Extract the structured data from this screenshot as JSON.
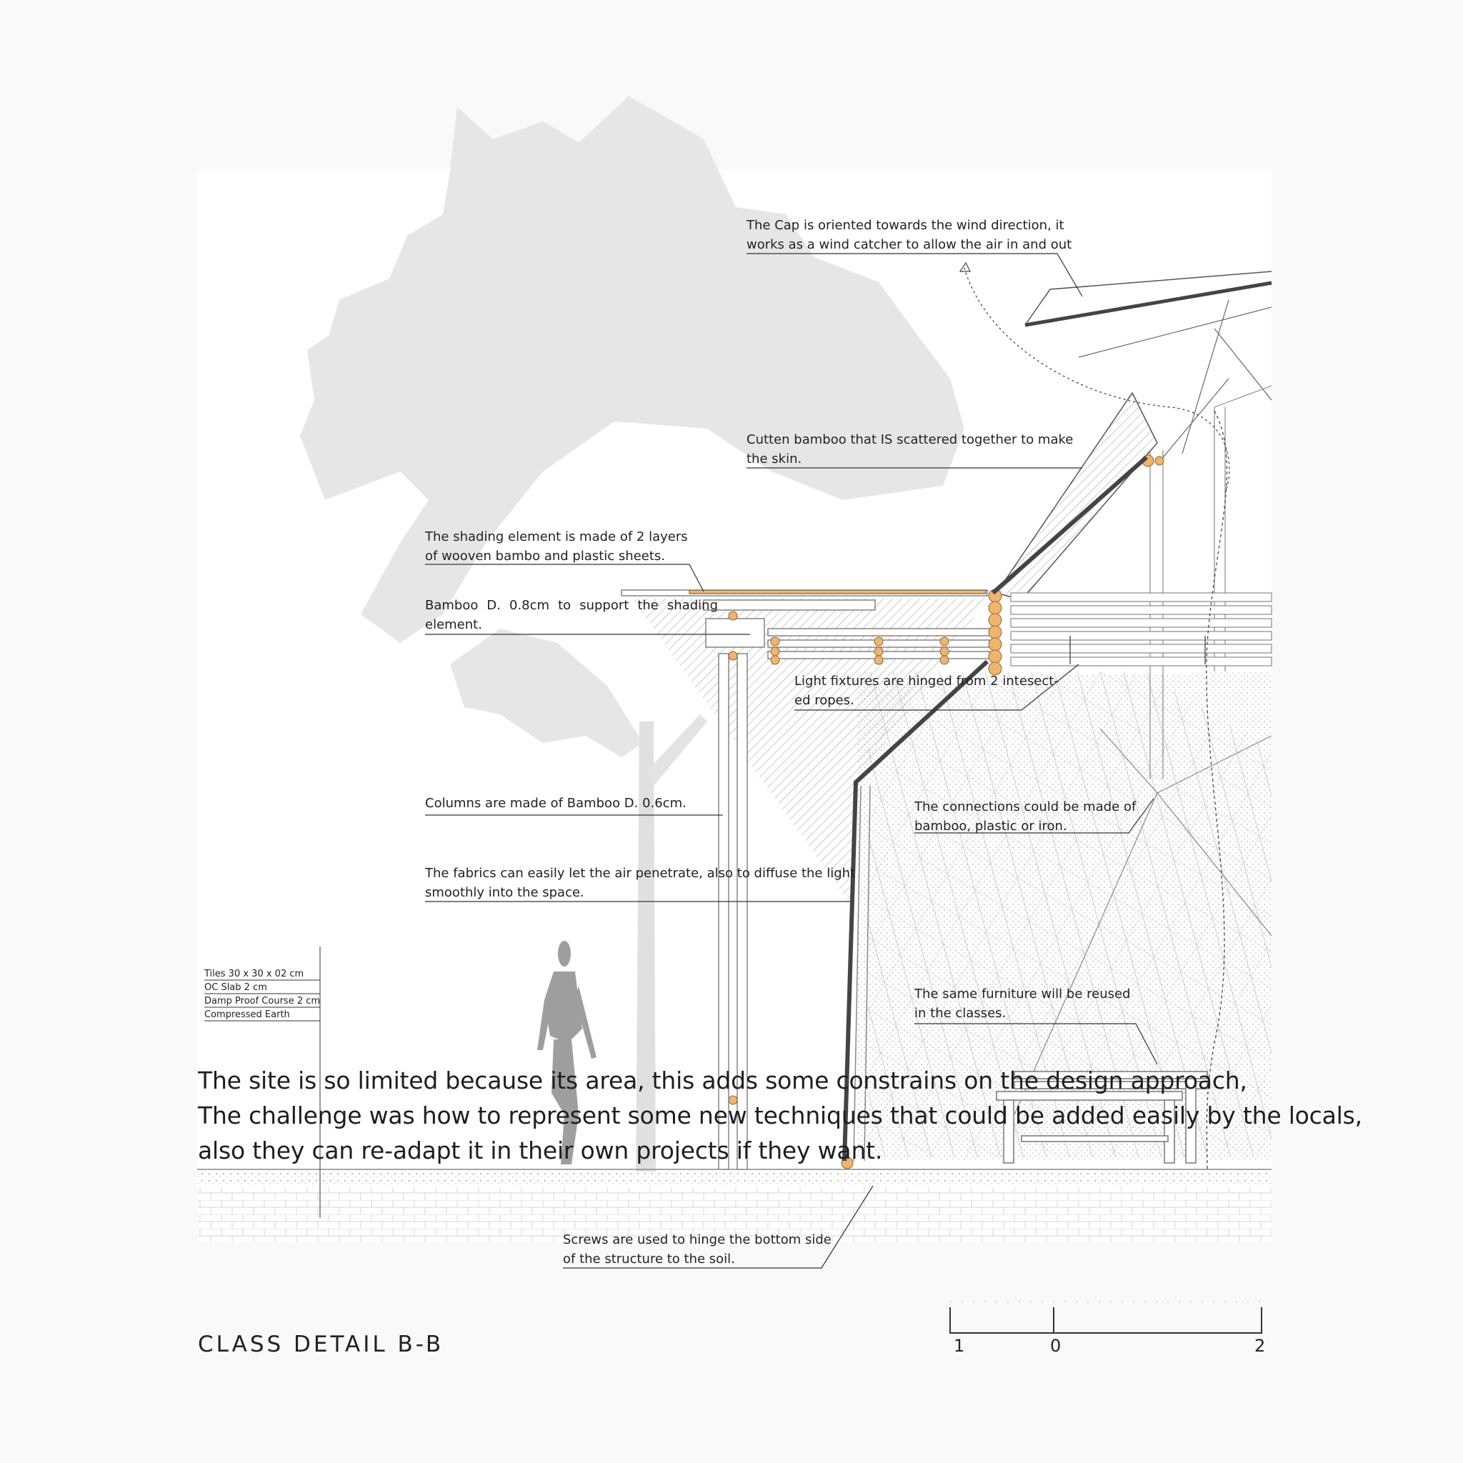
{
  "title": "CLASS DETAIL  B-B",
  "annotations": {
    "cap": "The Cap is oriented towards the wind direction, it\nworks as a wind catcher to allow the air in and out",
    "skin": "Cutten bamboo that IS scattered together to make\nthe skin.",
    "shading": "The shading element is made of 2 layers\nof wooven bambo and plastic sheets.",
    "bamboo_support": "Bamboo D. 0.8cm to support the shading\nelement.",
    "light": "Light fixtures are hinged from 2 intesect-\ned ropes.",
    "columns": "Columns are made of Bamboo D. 0.6cm.",
    "connections": "The connections could be made of\nbamboo, plastic or iron.",
    "fabrics": "The fabrics can easily let the air penetrate, also to diffuse the light\nsmoothly into the space.",
    "furniture": "The same furniture will be reused\nin the classes.",
    "screws": "Screws are used to hinge the bottom side\nof the structure to the soil."
  },
  "floor_layers": [
    "Tiles 30 x 30 x 02 cm",
    "OC Slab 2 cm",
    "Damp Proof Course 2 cm",
    "Compressed Earth"
  ],
  "statement": [
    "The site is so limited because its area, this adds some constrains on the design approach,",
    "The challenge was how to represent some new techniques that could be added easily by the locals,",
    "also they can re-adapt it in their own projects if they want."
  ],
  "scale_bar": {
    "labels": [
      "1",
      "0",
      "2"
    ]
  },
  "colors": {
    "background": "#f9f9f9",
    "panel": "#ffffff",
    "tree": "#e6e6e6",
    "bamboo_joint": "#f0b46a",
    "structure": "#444444",
    "line": "#555555"
  }
}
